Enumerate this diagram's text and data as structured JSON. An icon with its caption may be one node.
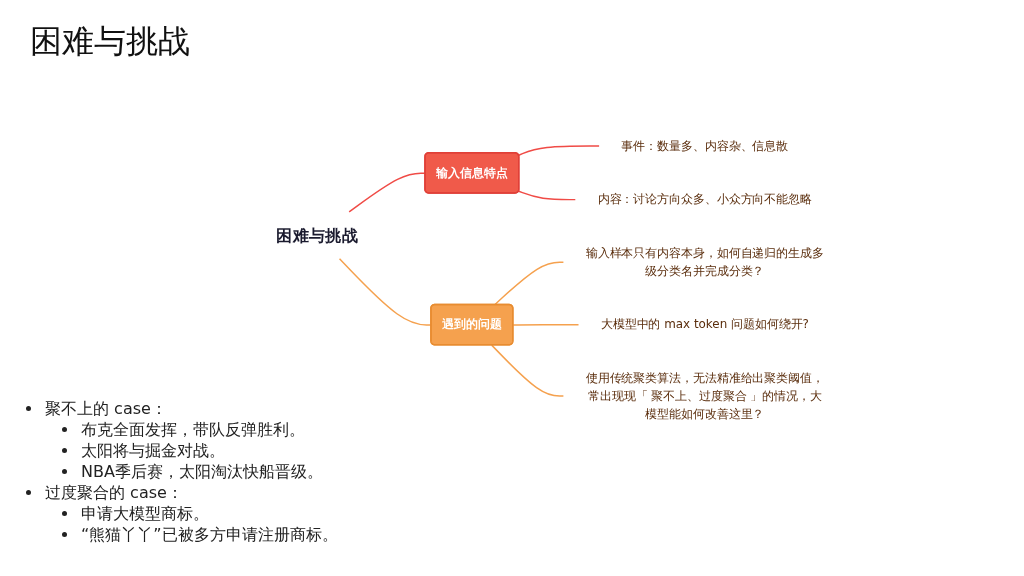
{
  "diagram": {
    "title": "困难与挑战",
    "nodes": [
      {
        "text": [
          "困难与挑战"
        ]
      },
      {
        "text": [
          "输入信息特点"
        ]
      },
      {
        "text": [
          "事件：数量多、内容杂、信息散"
        ]
      },
      {
        "text": [
          "内容：讨论方向众多、小众方向不能忽略"
        ]
      },
      {
        "text": [
          "遇到的问题"
        ]
      },
      {
        "text": [
          "输入样本只有内容本身，如何自递归的生成多级分类名并完成分类？"
        ]
      },
      {
        "text": [
          "大模型中的 max token 问题如何绕开?"
        ]
      },
      {
        "text": [
          "使用传统聚类算法，无法精准给出聚类阈值，常出现现「 聚不上、过度聚合 」的情况，大模型能如何改善这里？"
        ]
      }
    ],
    "edges": [
      {
        "from": 0,
        "to": 1,
        "arrow": "none",
        "color": "#f04b46"
      },
      {
        "from": 1,
        "to": 2,
        "arrow": "none",
        "color": "#f04b46"
      },
      {
        "from": 1,
        "to": 3,
        "arrow": "none",
        "color": "#f04b46"
      },
      {
        "from": 0,
        "to": 4,
        "arrow": "none"
      },
      {
        "from": 4,
        "to": 5,
        "arrow": "none"
      },
      {
        "from": 4,
        "to": 6,
        "arrow": "none"
      },
      {
        "from": 4,
        "to": 7,
        "arrow": "none"
      }
    ],
    "labels": [
      "聚不上的 case：",
      "布克全面发挥，带队反弹胜利。",
      "太阳将与掘金对战。",
      "NBA季后赛，太阳淘汰快船晋级。",
      "过度聚合的 case：",
      "申请大模型商标。",
      "“熊猫丫丫”已被多方申请注册商标。"
    ]
  }
}
